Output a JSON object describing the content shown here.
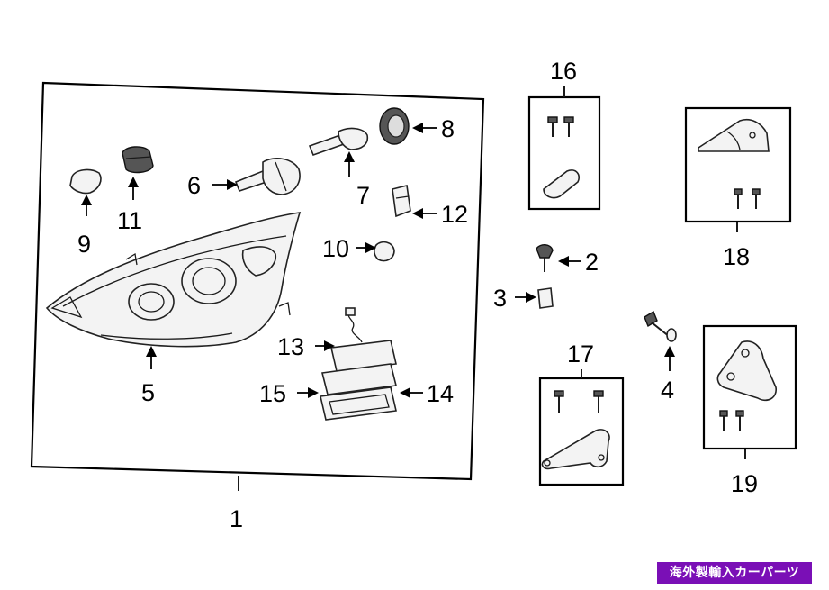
{
  "callouts": {
    "c1": "1",
    "c2": "2",
    "c3": "3",
    "c4": "4",
    "c5": "5",
    "c6": "6",
    "c7": "7",
    "c8": "8",
    "c9": "9",
    "c10": "10",
    "c11": "11",
    "c12": "12",
    "c13": "13",
    "c14": "14",
    "c15": "15",
    "c16": "16",
    "c17": "17",
    "c18": "18",
    "c19": "19"
  },
  "watermark": "海外製輸入カーパーツ"
}
